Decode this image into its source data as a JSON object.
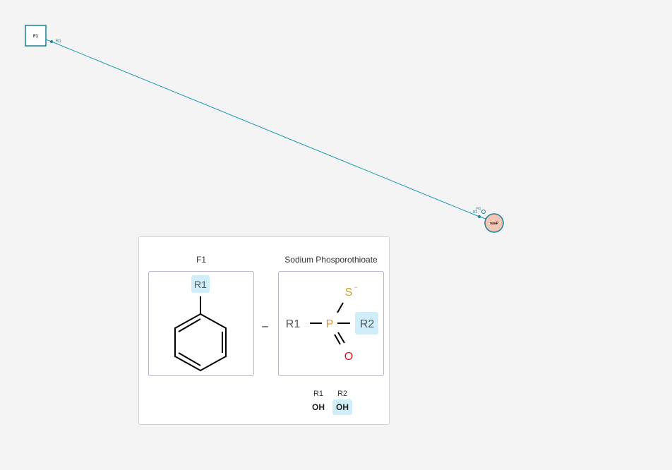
{
  "canvas": {
    "monomer_a": {
      "label": "F1",
      "attachment": "R1"
    },
    "monomer_b": {
      "label": "naaP",
      "attachments": [
        "R1",
        "R2"
      ]
    },
    "colors": {
      "link": "#1a9bb0",
      "monomer_b_fill": "#f5c6b6"
    }
  },
  "tooltip": {
    "left": {
      "title": "F1",
      "r_label": "R1"
    },
    "connector": "–",
    "right": {
      "title": "Sodium Phosporothioate",
      "atoms": {
        "r1": "R1",
        "p": "P",
        "s": "S",
        "s_charge": "−",
        "o": "O",
        "r2": "R2"
      }
    },
    "attachments": [
      {
        "label": "R1",
        "value": "OH",
        "highlight": false
      },
      {
        "label": "R2",
        "value": "OH",
        "highlight": true
      }
    ]
  }
}
